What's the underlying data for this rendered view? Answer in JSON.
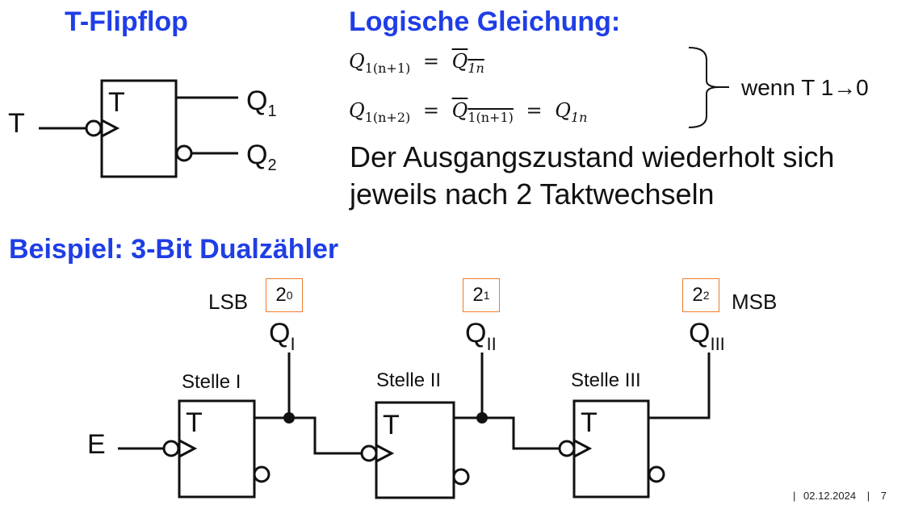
{
  "title_left": "T-Flipflop",
  "title_right": "Logische Gleichung:",
  "flipflop": {
    "input_label": "T",
    "box_label": "T",
    "out1_main": "Q",
    "out1_sub": "1",
    "out2_main": "Q",
    "out2_sub": "2"
  },
  "equations": {
    "eq1": {
      "lhs_var": "Q",
      "lhs_sub": "1(n+1)",
      "rhs_var": "Q",
      "rhs_sub": "1n"
    },
    "eq2": {
      "lhs_var": "Q",
      "lhs_sub": "1(n+2)",
      "mid_var": "Q",
      "mid_sub": "1(n+1)",
      "rhs_var": "Q",
      "rhs_sub": "1n"
    },
    "eq_sign": "=",
    "condition": "wenn T 1→0"
  },
  "description_line1": "Der Ausgangszustand wiederholt sich",
  "description_line2": "jeweils nach 2 Taktwechseln",
  "example_title": "Beispiel: 3-Bit Dualzähler",
  "counter": {
    "lsb_label": "LSB",
    "msb_label": "MSB",
    "input_label": "E",
    "stages": [
      {
        "weight_base": "2",
        "weight_exp": "0",
        "q_main": "Q",
        "q_sub": "I",
        "name": "Stelle I",
        "t_label": "T"
      },
      {
        "weight_base": "2",
        "weight_exp": "1",
        "q_main": "Q",
        "q_sub": "II",
        "name": "Stelle II",
        "t_label": "T"
      },
      {
        "weight_base": "2",
        "weight_exp": "2",
        "q_main": "Q",
        "q_sub": "III",
        "name": "Stelle III",
        "t_label": "T"
      }
    ]
  },
  "footer": {
    "separator": "|",
    "date": "02.12.2024",
    "page": "7"
  },
  "colors": {
    "heading": "#1f3ee6",
    "weight_box_border": "#ed7d31"
  }
}
